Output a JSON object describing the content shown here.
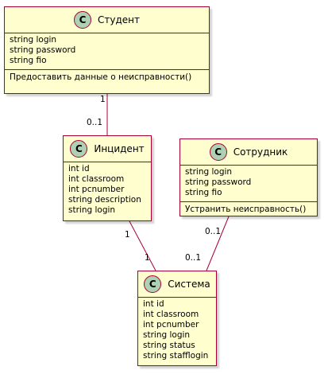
{
  "classes": {
    "student": {
      "name": "Студент",
      "stereotype_icon": "C",
      "fields": [
        "string login",
        "string password",
        "string fio"
      ],
      "methods": [
        "Предоставить данные о неисправности()"
      ]
    },
    "incident": {
      "name": "Инцидент",
      "stereotype_icon": "C",
      "fields": [
        "int id",
        "int classroom",
        "int pcnumber",
        "string description",
        "string login"
      ],
      "methods": []
    },
    "employee": {
      "name": "Сотрудник",
      "stereotype_icon": "C",
      "fields": [
        "string login",
        "string password",
        "string fio"
      ],
      "methods": [
        "Устранить неисправность()"
      ]
    },
    "system": {
      "name": "Система",
      "stereotype_icon": "C",
      "fields": [
        "int id",
        "int classroom",
        "int pcnumber",
        "string login",
        "string status",
        "string stafflogin"
      ],
      "methods": []
    }
  },
  "associations": [
    {
      "from": "Студент",
      "to": "Инцидент",
      "from_multiplicity": "1",
      "to_multiplicity": "0..1"
    },
    {
      "from": "Инцидент",
      "to": "Система",
      "from_multiplicity": "1",
      "to_multiplicity": "1"
    },
    {
      "from": "Сотрудник",
      "to": "Система",
      "from_multiplicity": "0..1",
      "to_multiplicity": "0..1"
    }
  ],
  "colors": {
    "class_fill": "#fefece",
    "class_border": "#a80036",
    "icon_fill": "#add1b2",
    "line": "#a80036"
  }
}
